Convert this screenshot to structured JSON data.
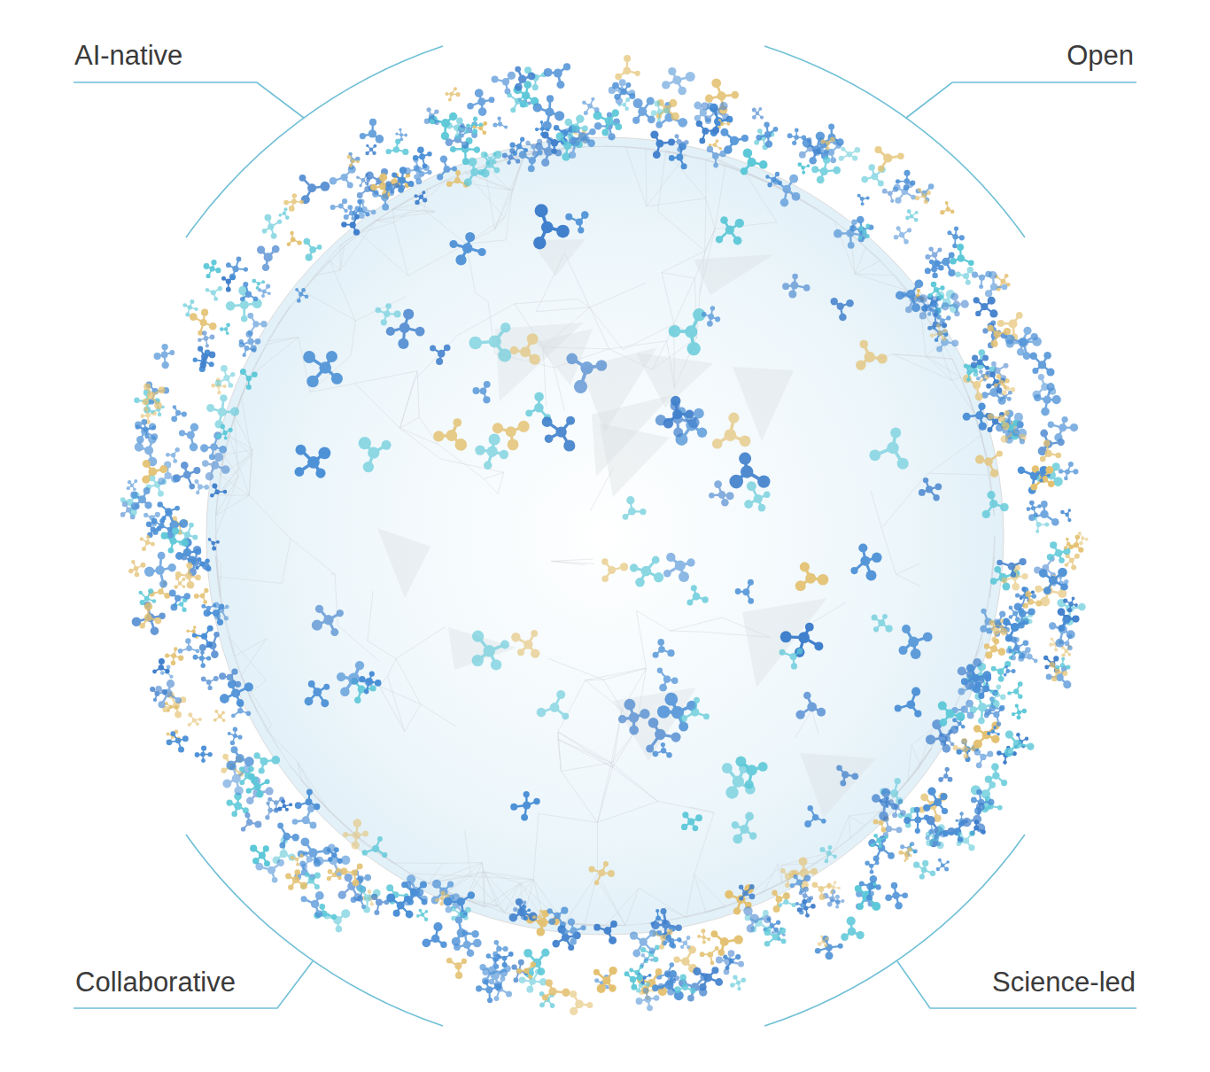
{
  "diagram": {
    "labels": [
      "AI-native",
      "Open",
      "Collaborative",
      "Science-led"
    ]
  }
}
